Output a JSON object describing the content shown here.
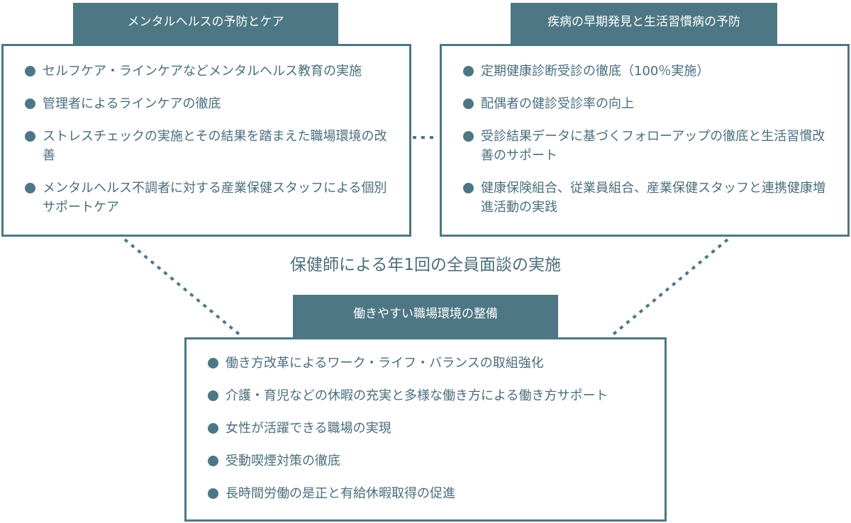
{
  "colors": {
    "accent": "#4d7785",
    "text": "#4a6e7c",
    "background": "#ffffff"
  },
  "top_left": {
    "title": "メンタルヘルスの予防とケア",
    "items": [
      "セルフケア・ラインケアなどメンタルヘルス教育の実施",
      "管理者によるラインケアの徹底",
      "ストレスチェックの実施とその結果を踏まえた職場環境の改善",
      "メンタルヘルス不調者に対する産業保健スタッフによる個別サポートケア"
    ]
  },
  "top_right": {
    "title": "疾病の早期発見と生活習慣病の予防",
    "items": [
      "定期健康診断受診の徹底（100％実施）",
      "配偶者の健診受診率の向上",
      "受診結果データに基づくフォローアップの徹底と生活習慣改善のサポート",
      "健康保険組合、従業員組合、産業保健スタッフと連携健康増進活動の実践"
    ]
  },
  "center": {
    "label": "保健師による年1回の全員面談の実施"
  },
  "bottom": {
    "title": "働きやすい職場環境の整備",
    "items": [
      "働き方改革によるワーク・ライフ・バランスの取組強化",
      "介護・育児などの休暇の充実と多様な働き方による働き方サポート",
      "女性が活躍できる職場の実現",
      "受動喫煙対策の徹底",
      "長時間労働の是正と有給休暇取得の促進"
    ]
  }
}
